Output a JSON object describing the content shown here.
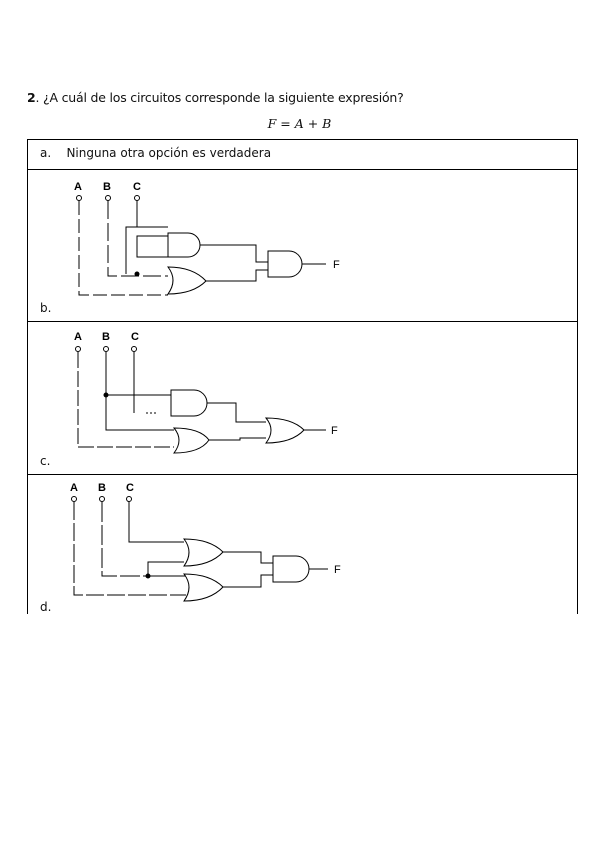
{
  "question": {
    "number": "2",
    "text": ". ¿A cuál de los circuitos corresponde la siguiente expresión?",
    "formula": "F = A + B"
  },
  "options": {
    "a": {
      "letter": "a.",
      "text": "Ninguna otra opción es verdadera"
    },
    "b": {
      "letter": "b."
    },
    "c": {
      "letter": "c."
    },
    "d": {
      "letter": "d."
    }
  },
  "circuit_labels": {
    "inputs": [
      "A",
      "B",
      "C"
    ],
    "output": "F"
  }
}
